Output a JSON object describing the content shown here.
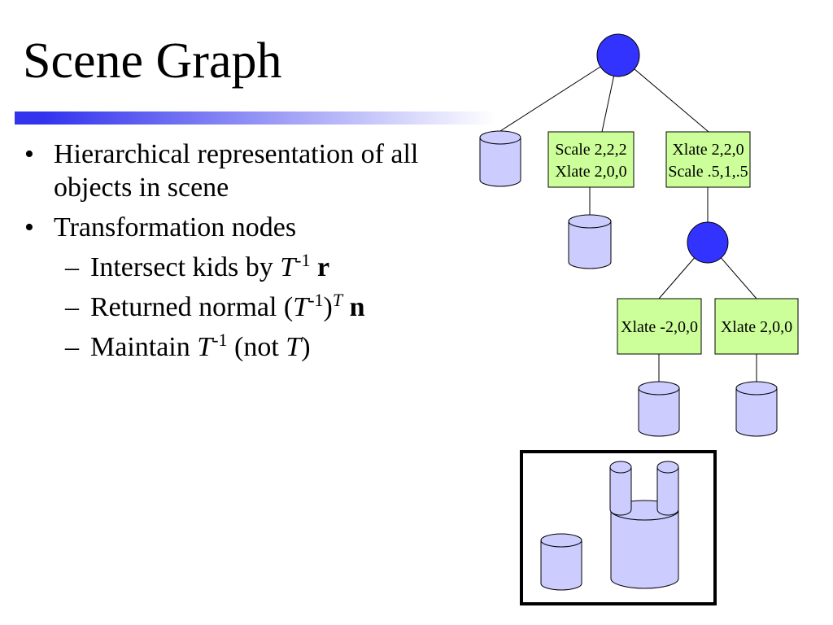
{
  "slide": {
    "title": "Scene Graph",
    "bullets": [
      {
        "text": "Hierarchical representation of all objects in scene"
      },
      {
        "text": "Transformation nodes",
        "sub_items": [
          {
            "parts": [
              "Intersect kids by ",
              "T",
              "-1",
              "r"
            ]
          },
          {
            "parts": [
              "Returned normal (",
              "T",
              "-1",
              ")",
              "T",
              "n"
            ]
          },
          {
            "parts": [
              "Maintain ",
              "T",
              "-1",
              " (not ",
              "T",
              ")"
            ]
          }
        ]
      }
    ]
  },
  "scene_graph": {
    "transform_nodes": [
      {
        "lines": [
          "Scale 2,2,2",
          "Xlate 2,0,0"
        ]
      },
      {
        "lines": [
          "Xlate 2,2,0",
          "Scale .5,1,.5"
        ]
      },
      {
        "lines": [
          "Xlate -2,0,0"
        ]
      },
      {
        "lines": [
          "Xlate 2,0,0"
        ]
      }
    ]
  },
  "colors": {
    "title_bar": "#3333ee",
    "group_node": "#3333ff",
    "transform_node": "#ccff99",
    "primitive": "#ccccff",
    "text": "#000000"
  }
}
